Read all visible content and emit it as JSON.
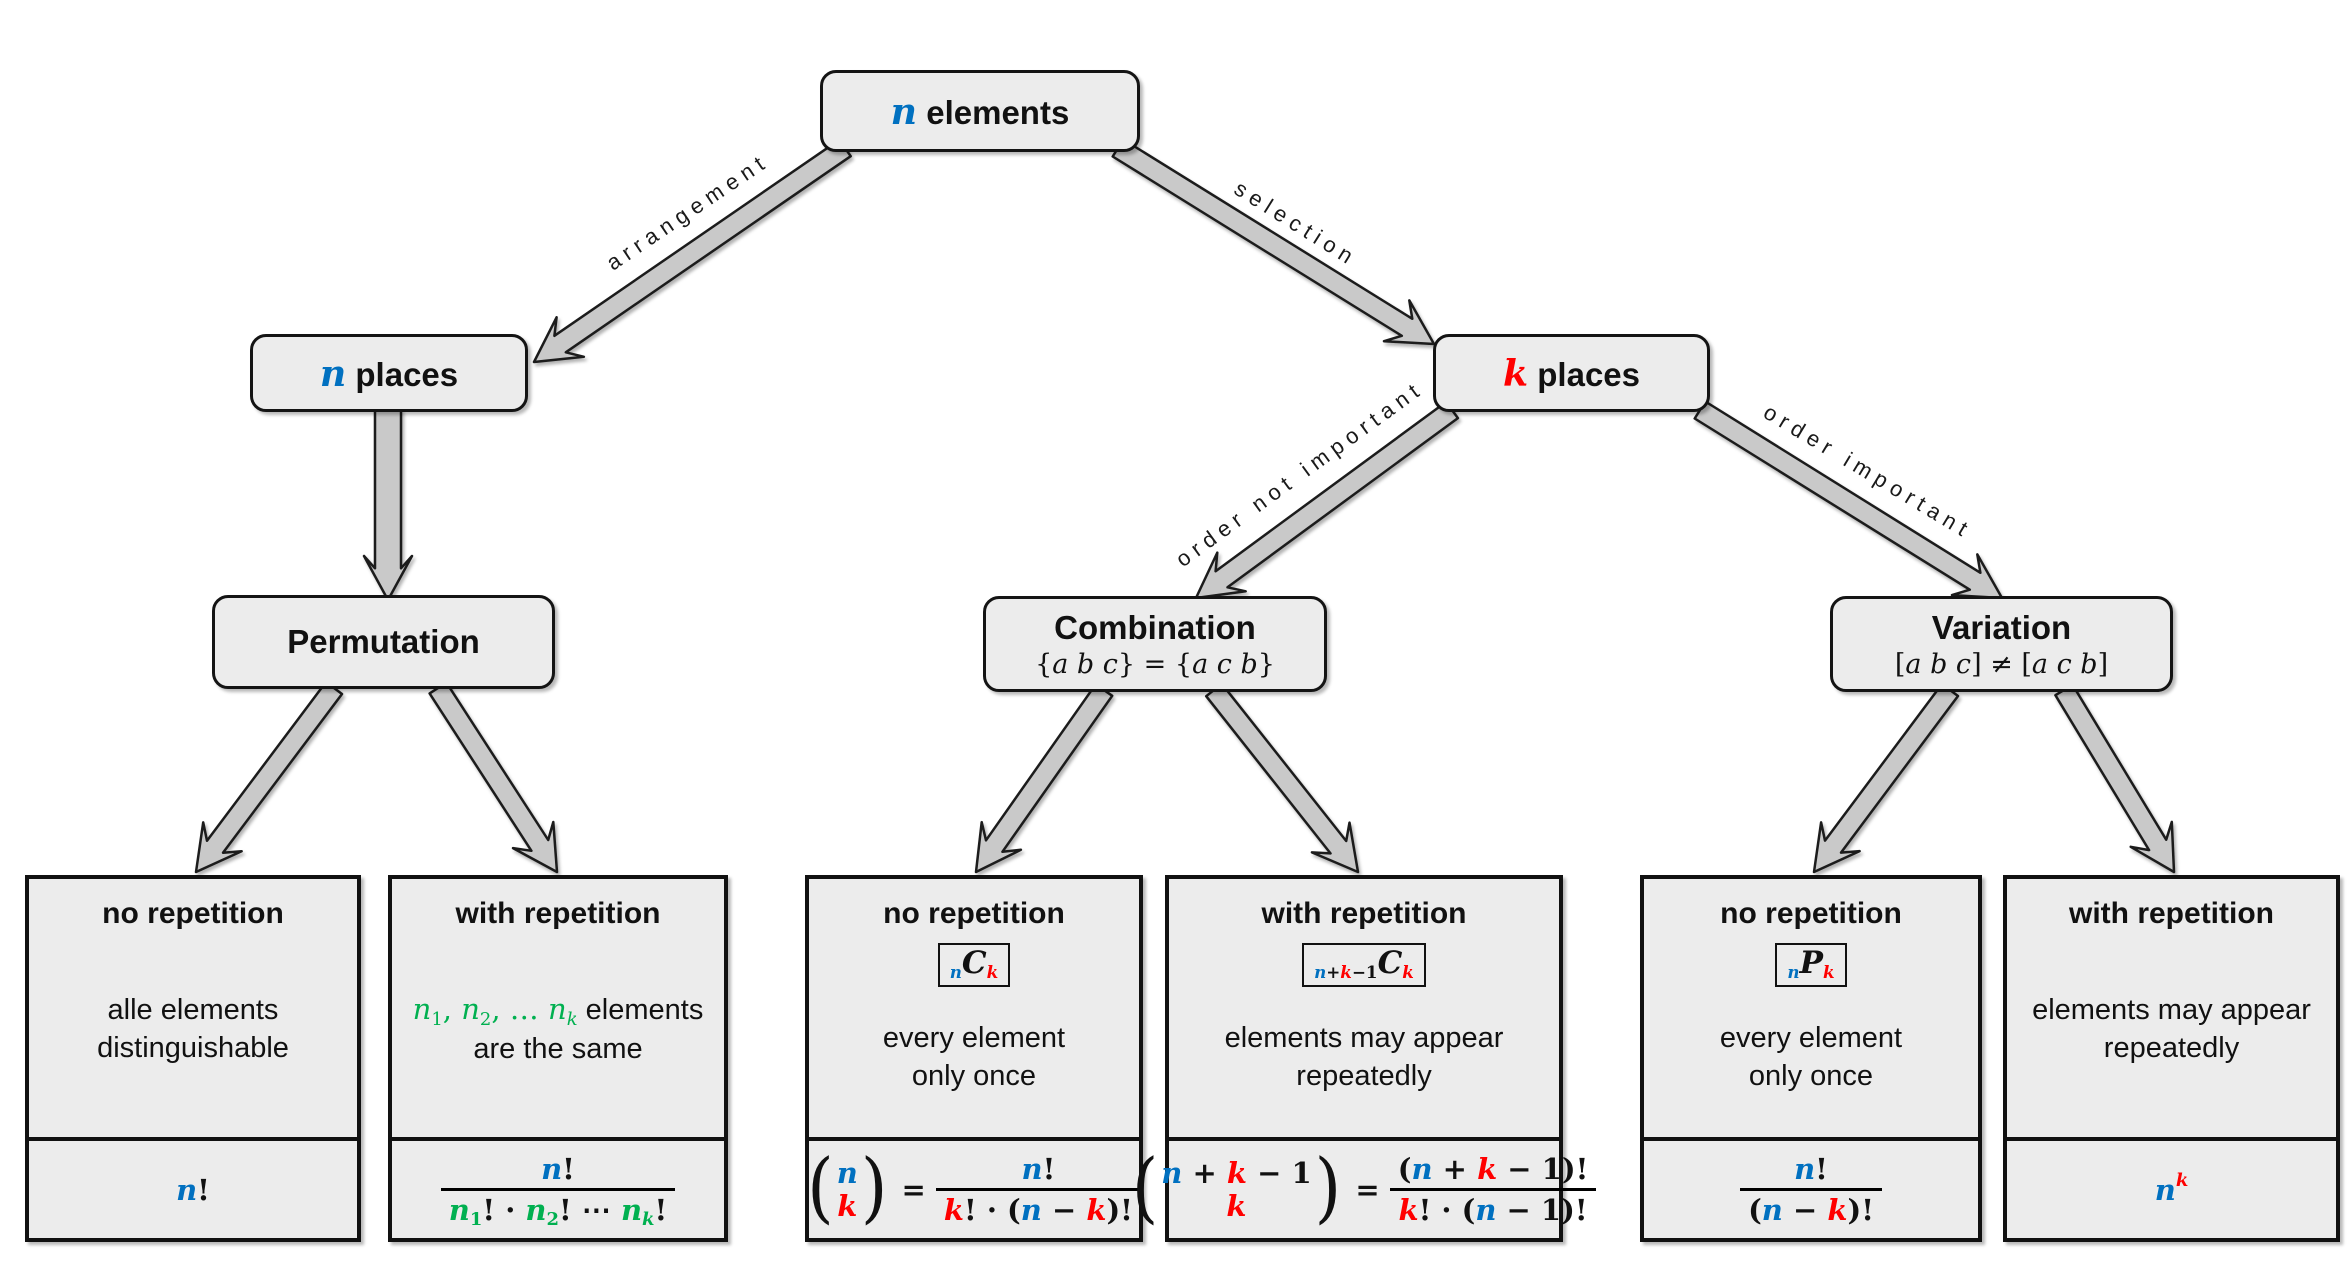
{
  "colors": {
    "blue": "#0070C0",
    "red": "#FF0000",
    "green": "#00B050"
  },
  "nodes": {
    "root": {
      "label": [
        {
          "seg": {
            "t": "n",
            "c": "blue",
            "i": 1,
            "serif": 1
          }
        },
        {
          "seg": {
            "t": " elements"
          }
        }
      ]
    },
    "n_places": {
      "label": [
        {
          "seg": {
            "t": "n",
            "c": "blue",
            "i": 1,
            "serif": 1
          }
        },
        {
          "seg": {
            "t": " places"
          }
        }
      ]
    },
    "k_places": {
      "label": [
        {
          "seg": {
            "t": "k",
            "c": "red",
            "i": 1,
            "serif": 1
          }
        },
        {
          "seg": {
            "t": " places"
          }
        }
      ]
    },
    "permutation": {
      "title": "Permutation"
    },
    "combination": {
      "title": "Combination",
      "subtitle": [
        {
          "seg": {
            "t": "{",
            "serif": 1
          }
        },
        {
          "seg": {
            "t": "a b c",
            "serif": 1,
            "i": 1
          }
        },
        {
          "seg": {
            "t": "} = {",
            "serif": 1
          }
        },
        {
          "seg": {
            "t": "a c b",
            "serif": 1,
            "i": 1
          }
        },
        {
          "seg": {
            "t": "}",
            "serif": 1
          }
        }
      ]
    },
    "variation": {
      "title": "Variation",
      "subtitle": [
        {
          "seg": {
            "t": "[",
            "serif": 1
          }
        },
        {
          "seg": {
            "t": "a b c",
            "serif": 1,
            "i": 1
          }
        },
        {
          "seg": {
            "t": "] ≠ [",
            "serif": 1
          }
        },
        {
          "seg": {
            "t": "a c b",
            "serif": 1,
            "i": 1
          }
        },
        {
          "seg": {
            "t": "]",
            "serif": 1
          }
        }
      ]
    }
  },
  "edges": {
    "arrangement": "arrangement",
    "selection": "selection",
    "order_not_important": "order not important",
    "order_important": "order important"
  },
  "leaves": [
    {
      "id": "permutation-no-repetition",
      "title": "no repetition",
      "notation": null,
      "desc": [
        [
          {
            "seg": {
              "t": "alle elements"
            }
          }
        ],
        [
          {
            "seg": {
              "t": "distinguishable"
            }
          }
        ]
      ],
      "formula": [
        {
          "seg": {
            "t": "n",
            "c": "blue",
            "i": 1,
            "serif": 1
          }
        },
        {
          "seg": {
            "t": "!",
            "serif": 1
          }
        }
      ]
    },
    {
      "id": "permutation-with-repetition",
      "title": "with repetition",
      "notation": null,
      "desc": [
        [
          {
            "seg": {
              "t": "n",
              "c": "green",
              "i": 1,
              "serif": 1
            }
          },
          {
            "seg": {
              "t": "1",
              "c": "green",
              "sub": 1,
              "serif": 1
            }
          },
          {
            "seg": {
              "t": ", ",
              "c": "green",
              "serif": 1
            }
          },
          {
            "seg": {
              "t": "n",
              "c": "green",
              "i": 1,
              "serif": 1
            }
          },
          {
            "seg": {
              "t": "2",
              "c": "green",
              "sub": 1,
              "serif": 1
            }
          },
          {
            "seg": {
              "t": ", … ",
              "c": "green",
              "serif": 1
            }
          },
          {
            "seg": {
              "t": "n",
              "c": "green",
              "i": 1,
              "serif": 1
            }
          },
          {
            "seg": {
              "t": "k",
              "c": "green",
              "i": 1,
              "sub": 1,
              "serif": 1
            }
          },
          {
            "seg": {
              "t": " elements"
            }
          }
        ],
        [
          {
            "seg": {
              "t": "are the same"
            }
          }
        ]
      ],
      "formula": [
        {
          "frac": {
            "num": [
              {
                "t": "n",
                "c": "blue",
                "i": 1
              },
              {
                "t": "!"
              }
            ],
            "den": [
              {
                "t": "n",
                "c": "green",
                "i": 1
              },
              {
                "t": "1",
                "c": "green",
                "sub": 1
              },
              {
                "t": "! · "
              },
              {
                "t": "n",
                "c": "green",
                "i": 1
              },
              {
                "t": "2",
                "c": "green",
                "sub": 1
              },
              {
                "t": "! ⋯ "
              },
              {
                "t": "n",
                "c": "green",
                "i": 1
              },
              {
                "t": "k",
                "c": "green",
                "i": 1,
                "sub": 1
              },
              {
                "t": "!"
              }
            ]
          }
        }
      ]
    },
    {
      "id": "combination-no-repetition",
      "title": "no repetition",
      "notation": [
        {
          "seg": {
            "t": "n",
            "c": "blue",
            "i": 1,
            "sub": 1
          }
        },
        {
          "seg": {
            "t": "C",
            "i": 1,
            "sz": 1.15
          }
        },
        {
          "seg": {
            "t": "k",
            "c": "red",
            "i": 1,
            "sub": 1
          }
        }
      ],
      "desc": [
        [
          {
            "seg": {
              "t": "every element"
            }
          }
        ],
        [
          {
            "seg": {
              "t": "only once"
            }
          }
        ]
      ],
      "formula": [
        {
          "binom": {
            "top": [
              {
                "t": "n",
                "c": "blue",
                "i": 1
              }
            ],
            "bot": [
              {
                "t": "k",
                "c": "red",
                "i": 1
              }
            ]
          }
        },
        {
          "seg": {
            "t": " = ",
            "serif": 1
          }
        },
        {
          "frac": {
            "num": [
              {
                "t": "n",
                "c": "blue",
                "i": 1
              },
              {
                "t": "!"
              }
            ],
            "den": [
              {
                "t": "k",
                "c": "red",
                "i": 1
              },
              {
                "t": "! · ("
              },
              {
                "t": "n",
                "c": "blue",
                "i": 1
              },
              {
                "t": " − "
              },
              {
                "t": "k",
                "c": "red",
                "i": 1
              },
              {
                "t": ")!"
              }
            ]
          }
        }
      ]
    },
    {
      "id": "combination-with-repetition",
      "title": "with repetition",
      "notation": [
        {
          "seg": {
            "t": "n",
            "c": "blue",
            "i": 1,
            "sub": 1
          }
        },
        {
          "seg": {
            "t": "+",
            "sub": 1
          }
        },
        {
          "seg": {
            "t": "k",
            "c": "red",
            "i": 1,
            "sub": 1
          }
        },
        {
          "seg": {
            "t": "−1",
            "sub": 1
          }
        },
        {
          "seg": {
            "t": "C",
            "i": 1,
            "sz": 1.15
          }
        },
        {
          "seg": {
            "t": "k",
            "c": "red",
            "i": 1,
            "sub": 1
          }
        }
      ],
      "desc": [
        [
          {
            "seg": {
              "t": "elements may appear"
            }
          }
        ],
        [
          {
            "seg": {
              "t": "repeatedly"
            }
          }
        ]
      ],
      "formula": [
        {
          "binom": {
            "top": [
              {
                "t": "n",
                "c": "blue",
                "i": 1
              },
              {
                "t": " + "
              },
              {
                "t": "k",
                "c": "red",
                "i": 1
              },
              {
                "t": " − 1"
              }
            ],
            "bot": [
              {
                "t": "k",
                "c": "red",
                "i": 1
              }
            ]
          }
        },
        {
          "seg": {
            "t": " = ",
            "serif": 1
          }
        },
        {
          "frac": {
            "num": [
              {
                "t": "("
              },
              {
                "t": "n",
                "c": "blue",
                "i": 1
              },
              {
                "t": " + "
              },
              {
                "t": "k",
                "c": "red",
                "i": 1
              },
              {
                "t": " − 1)!"
              }
            ],
            "den": [
              {
                "t": "k",
                "c": "red",
                "i": 1
              },
              {
                "t": "! · ("
              },
              {
                "t": "n",
                "c": "blue",
                "i": 1
              },
              {
                "t": " − 1)!"
              }
            ]
          }
        }
      ]
    },
    {
      "id": "variation-no-repetition",
      "title": "no repetition",
      "notation": [
        {
          "seg": {
            "t": "n",
            "c": "blue",
            "i": 1,
            "sub": 1
          }
        },
        {
          "seg": {
            "t": "P",
            "i": 1,
            "sz": 1.15
          }
        },
        {
          "seg": {
            "t": "k",
            "c": "red",
            "i": 1,
            "sub": 1
          }
        }
      ],
      "desc": [
        [
          {
            "seg": {
              "t": "every element"
            }
          }
        ],
        [
          {
            "seg": {
              "t": "only once"
            }
          }
        ]
      ],
      "formula": [
        {
          "frac": {
            "num": [
              {
                "t": "n",
                "c": "blue",
                "i": 1
              },
              {
                "t": "!"
              }
            ],
            "den": [
              {
                "t": "("
              },
              {
                "t": "n",
                "c": "blue",
                "i": 1
              },
              {
                "t": " − "
              },
              {
                "t": "k",
                "c": "red",
                "i": 1
              },
              {
                "t": ")!"
              }
            ]
          }
        }
      ]
    },
    {
      "id": "variation-with-repetition",
      "title": "with repetition",
      "notation": null,
      "desc": [
        [
          {
            "seg": {
              "t": "elements may appear"
            }
          }
        ],
        [
          {
            "seg": {
              "t": "repeatedly"
            }
          }
        ]
      ],
      "formula": [
        {
          "seg": {
            "t": "n",
            "c": "blue",
            "i": 1,
            "serif": 1
          }
        },
        {
          "seg": {
            "t": "k",
            "c": "red",
            "i": 1,
            "sup": 1,
            "serif": 1
          }
        }
      ]
    }
  ]
}
